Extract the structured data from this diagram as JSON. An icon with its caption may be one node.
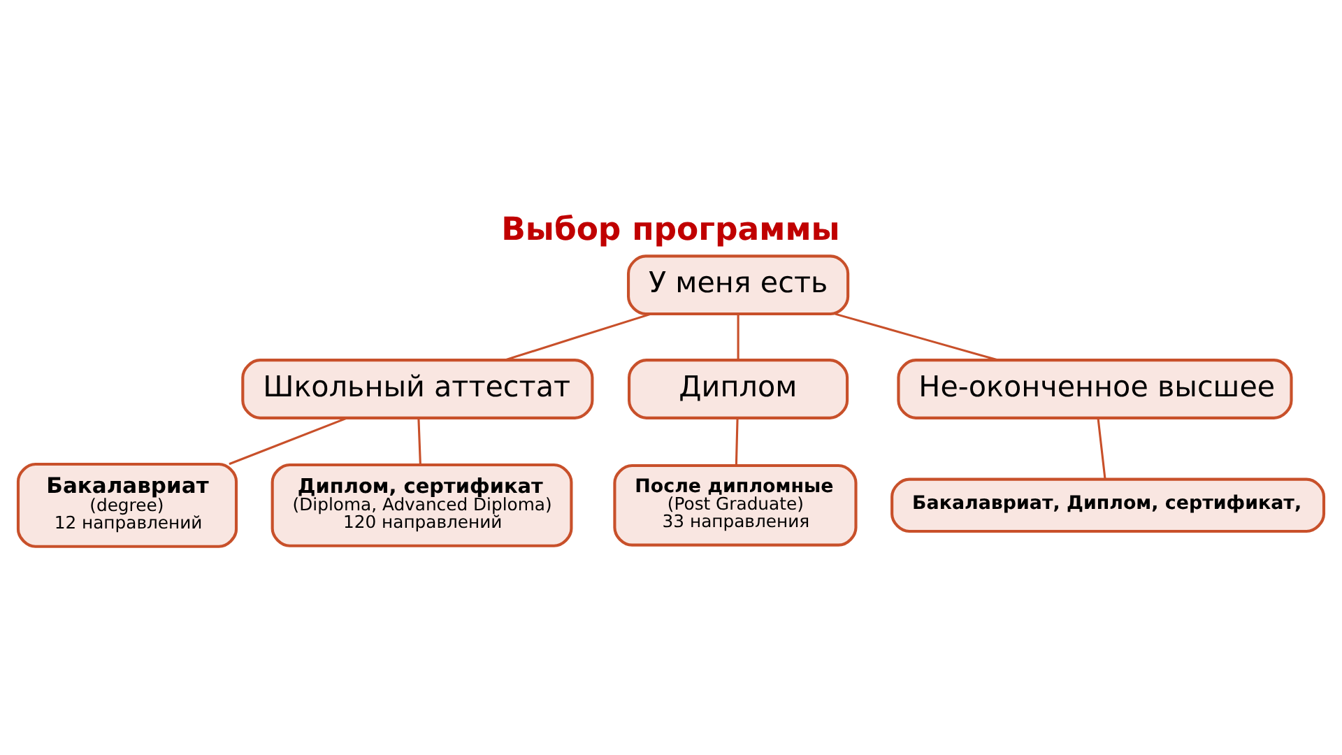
{
  "diagram": {
    "title": "Выбор программы",
    "nodes": [
      {
        "text": [
          "У меня есть"
        ]
      },
      {
        "text": [
          "Школьный аттестат"
        ]
      },
      {
        "text": [
          "Диплом"
        ]
      },
      {
        "text": [
          "Не-оконченное высшее"
        ]
      },
      {
        "text": [
          "Бакалавриат",
          "(degree)",
          "12 направлений"
        ]
      },
      {
        "text": [
          "Диплом, сертификат",
          "(Diploma, Advanced Diploma)",
          "120 направлений"
        ]
      },
      {
        "text": [
          "После дипломные",
          "(Post Graduate)",
          "33 направления"
        ]
      },
      {
        "text": [
          "Бакалавриат, Диплом, сертификат,"
        ]
      }
    ],
    "edges": [
      {
        "from": 0,
        "to": 1,
        "arrow": "none"
      },
      {
        "from": 0,
        "to": 2,
        "arrow": "none"
      },
      {
        "from": 0,
        "to": 3,
        "arrow": "none"
      },
      {
        "from": 1,
        "to": 4,
        "arrow": "none"
      },
      {
        "from": 1,
        "to": 5,
        "arrow": "none"
      },
      {
        "from": 2,
        "to": 6,
        "arrow": "none"
      },
      {
        "from": 3,
        "to": 7,
        "arrow": "none"
      }
    ]
  }
}
